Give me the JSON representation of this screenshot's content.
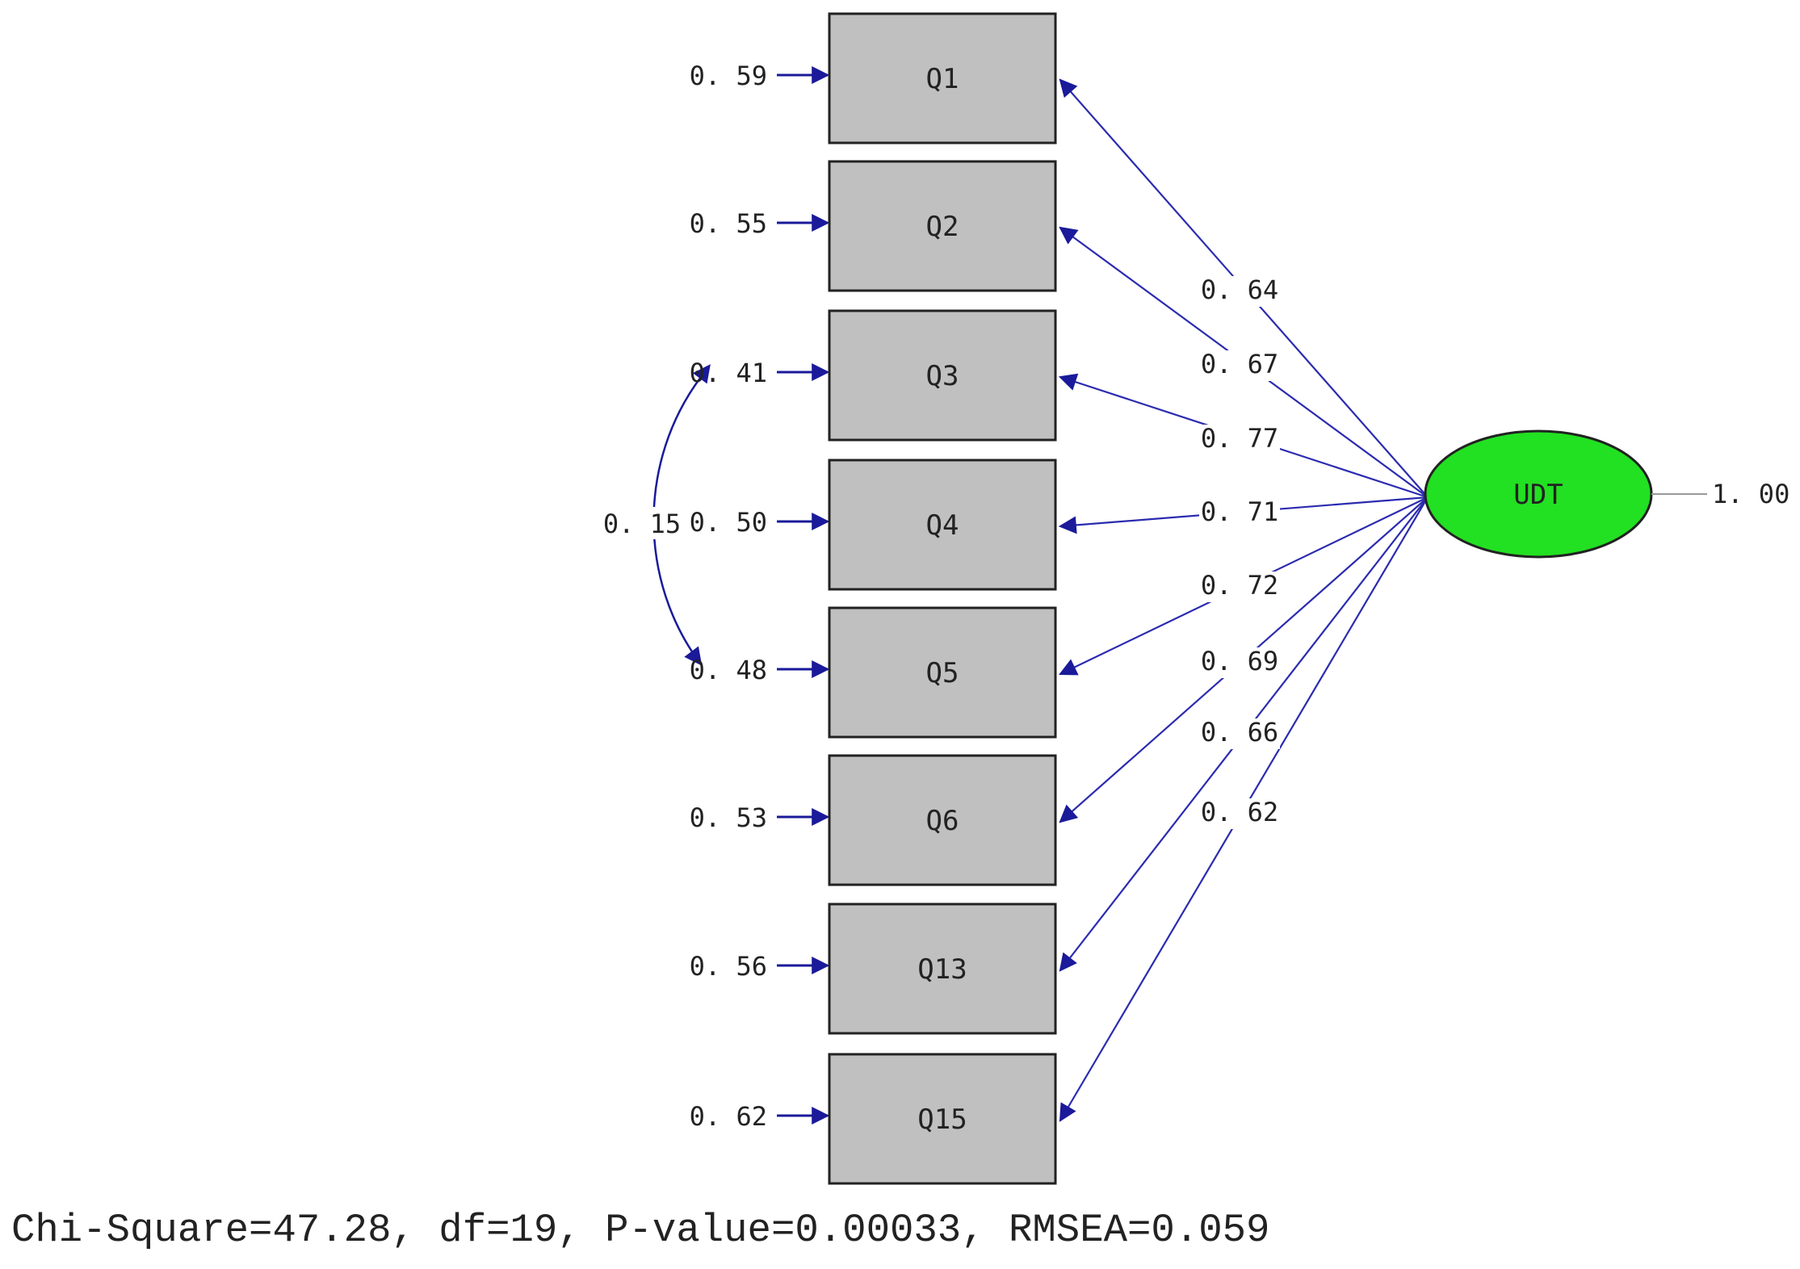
{
  "diagram": {
    "indicators": [
      {
        "label": "Q1",
        "error": "0. 59",
        "loading": "0. 64"
      },
      {
        "label": "Q2",
        "error": "0. 55",
        "loading": "0. 67"
      },
      {
        "label": "Q3",
        "error": "0. 41",
        "loading": "0. 77"
      },
      {
        "label": "Q4",
        "error": "0. 50",
        "loading": "0. 71"
      },
      {
        "label": "Q5",
        "error": "0. 48",
        "loading": "0. 72"
      },
      {
        "label": "Q6",
        "error": "0. 53",
        "loading": "0. 69"
      },
      {
        "label": "Q13",
        "error": "0. 56",
        "loading": "0. 66"
      },
      {
        "label": "Q15",
        "error": "0. 62",
        "loading": "0. 62"
      }
    ],
    "latent": {
      "label": "UDT",
      "variance": "1. 00"
    },
    "error_covariance": {
      "from": "Q3",
      "to": "Q5",
      "value": "0. 15"
    },
    "colors": {
      "box": "#c0c0c0",
      "latent": "#22e022",
      "path": "#2b2bb0",
      "arrow": "#1a1a9a"
    }
  },
  "fit_statistics": "Chi-Square=47.28, df=19, P-value=0.00033, RMSEA=0.059"
}
